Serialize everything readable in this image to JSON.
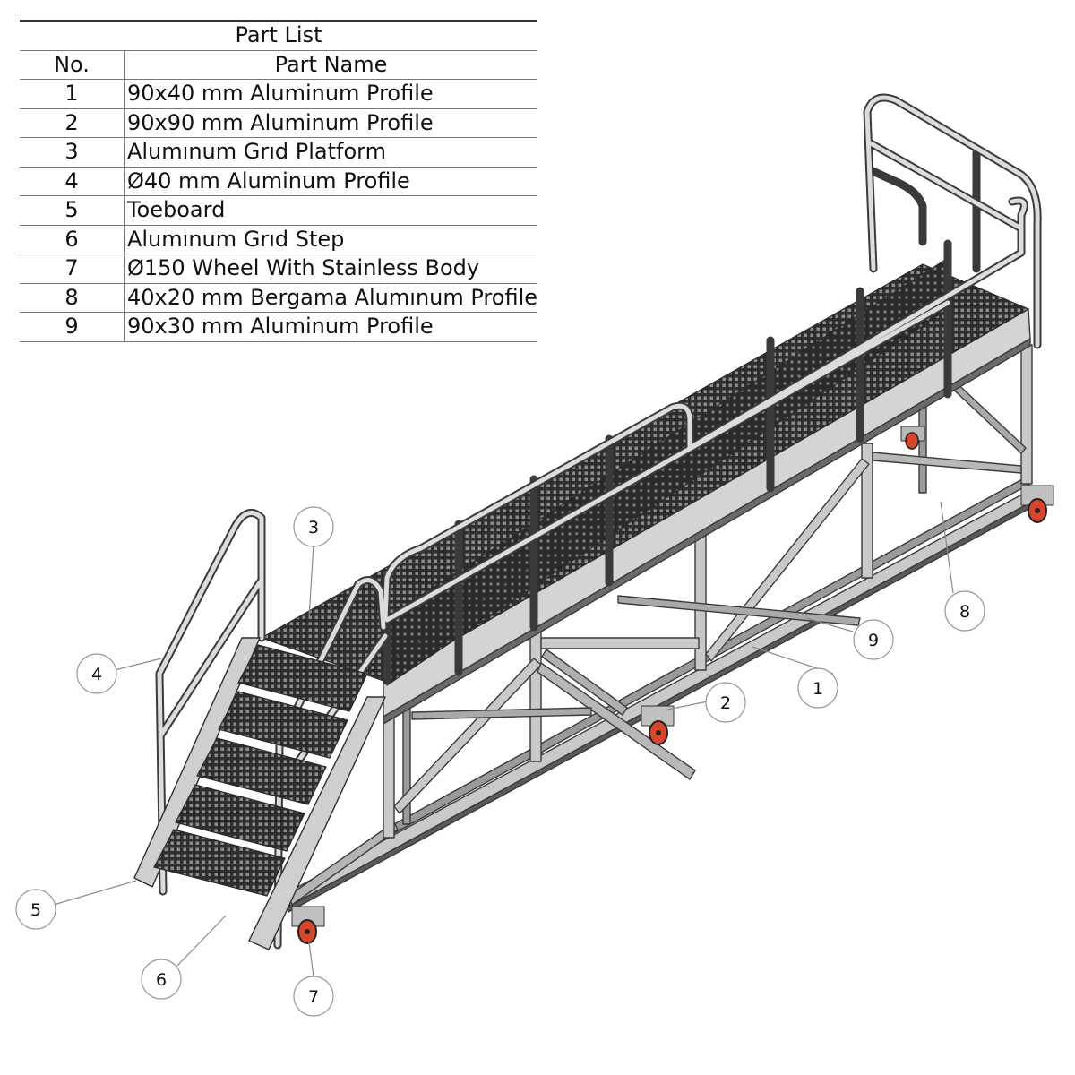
{
  "parts_list": {
    "title": "Part List",
    "header_no": "No.",
    "header_name": "Part Name",
    "rows": [
      {
        "no": "1",
        "name": "90x40 mm Aluminum Profile"
      },
      {
        "no": "2",
        "name": "90x90 mm Aluminum Profile"
      },
      {
        "no": "3",
        "name": "Alumınum Grıd Platform"
      },
      {
        "no": "4",
        "name": "Ø40 mm Aluminum Profile"
      },
      {
        "no": "5",
        "name": "Toeboard"
      },
      {
        "no": "6",
        "name": "Alumınum Grıd Step"
      },
      {
        "no": "7",
        "name": "Ø150 Wheel With Stainless Body"
      },
      {
        "no": "8",
        "name": "40x20 mm Bergama Alumınum Profile"
      },
      {
        "no": "9",
        "name": "90x30 mm Aluminum Profile"
      }
    ]
  },
  "callouts": [
    {
      "label": "1"
    },
    {
      "label": "2"
    },
    {
      "label": "3"
    },
    {
      "label": "4"
    },
    {
      "label": "5"
    },
    {
      "label": "6"
    },
    {
      "label": "7"
    },
    {
      "label": "8"
    },
    {
      "label": "9"
    }
  ]
}
